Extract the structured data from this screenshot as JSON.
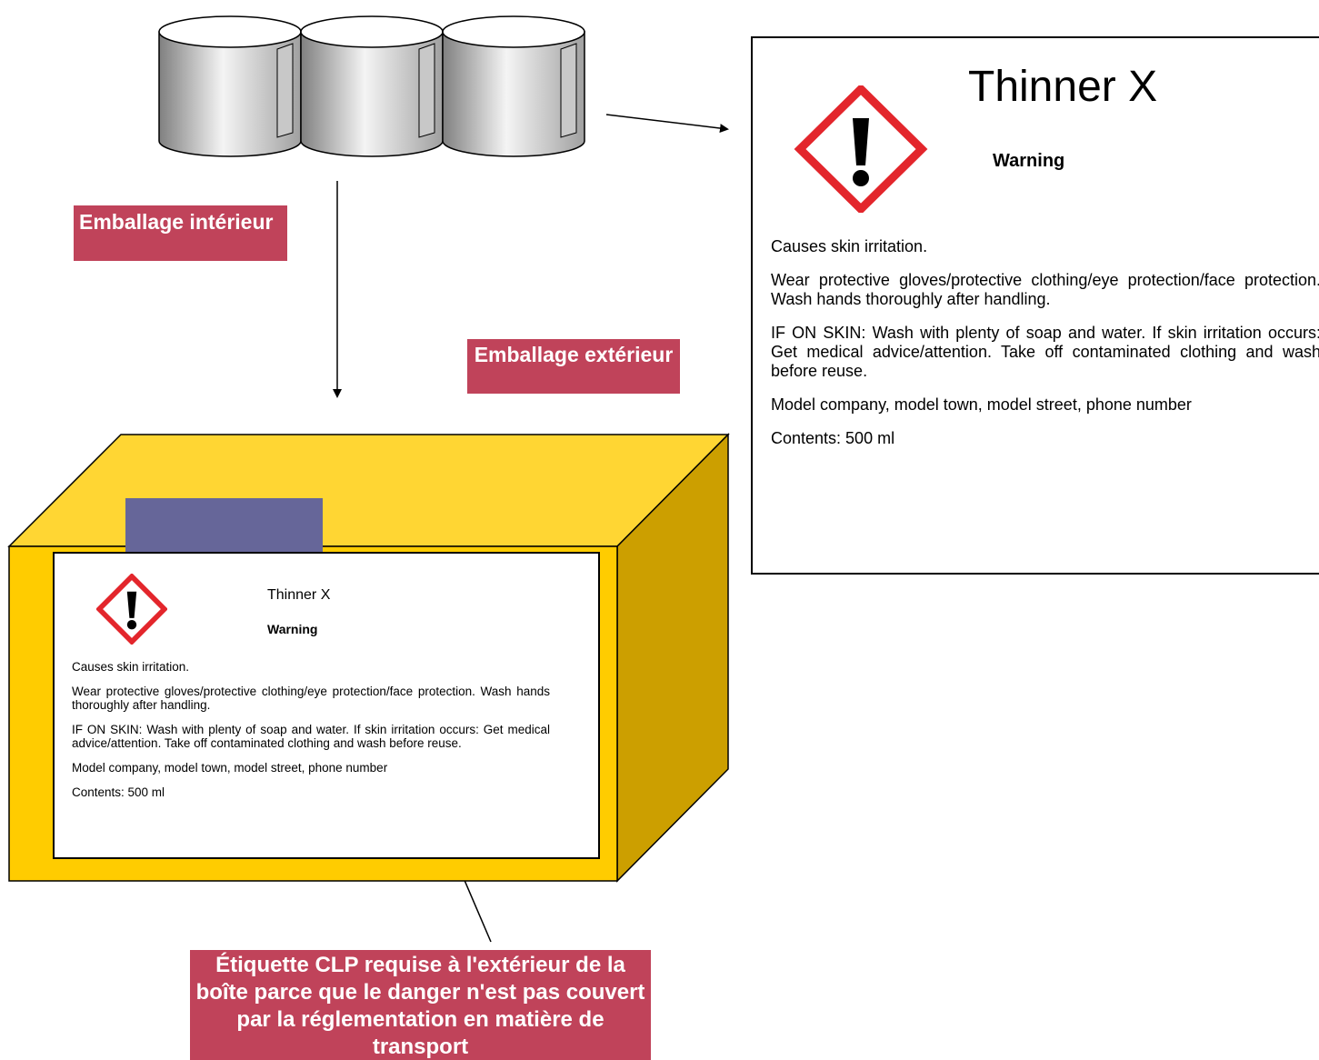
{
  "tags": {
    "inner_packaging": "Emballage intérieur",
    "outer_packaging": "Emballage extérieur",
    "note": "Étiquette CLP requise à l'extérieur de la boîte parce que le danger n'est pas couvert par la réglementation en matière de transport"
  },
  "label": {
    "product_name": "Thinner X",
    "signal_word": "Warning",
    "hazard_statement": "Causes skin irritation.",
    "precautionary_prevention": " Wear protective gloves/protective clothing/eye protection/face protection. Wash hands thoroughly after handling.",
    "precautionary_response": "IF ON SKIN: Wash with plenty of soap and water. If skin irritation occurs: Get medical advice/attention. Take off contaminated clothing and wash before reuse.",
    "supplier": "Model company, model town, model street, phone number",
    "contents": "Contents: 500 ml",
    "pictogram": "exclamation-mark-ghs07-icon"
  },
  "colors": {
    "tag_background": "#c0435a",
    "box_front": "#ffcc00",
    "box_top": "#ffd633",
    "box_side": "#cc9f00",
    "tape": "#666699",
    "pictogram_border": "#e3262c"
  }
}
